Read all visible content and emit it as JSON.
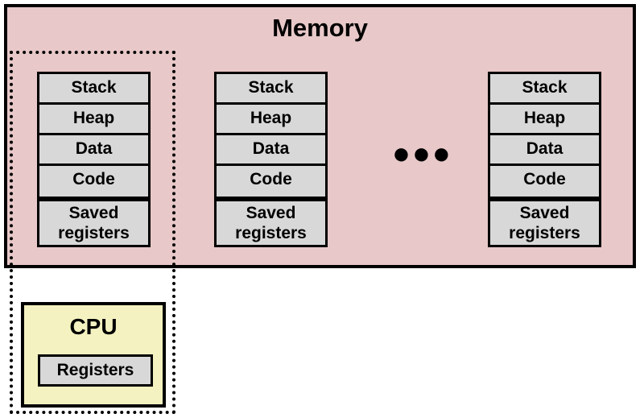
{
  "diagram": {
    "memory": {
      "title": "Memory",
      "fill_color": "#e8c8c8",
      "border_color": "#000000"
    },
    "segment_fill_color": "#d8d8d8",
    "cpu": {
      "title": "CPU",
      "fill_color": "#f4f2c0",
      "registers_label": "Registers"
    },
    "ellipsis": "●●●",
    "processes": [
      {
        "segments": [
          "Stack",
          "Heap",
          "Data",
          "Code"
        ],
        "saved_registers": [
          "Saved",
          "registers"
        ]
      },
      {
        "segments": [
          "Stack",
          "Heap",
          "Data",
          "Code"
        ],
        "saved_registers": [
          "Saved",
          "registers"
        ]
      },
      {
        "segments": [
          "Stack",
          "Heap",
          "Data",
          "Code"
        ],
        "saved_registers": [
          "Saved",
          "registers"
        ]
      }
    ]
  }
}
